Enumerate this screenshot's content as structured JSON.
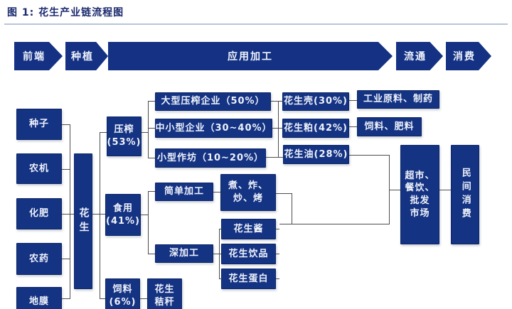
{
  "title": "图 1: 花生产业链流程图",
  "colors": {
    "box": "#153383",
    "line": "#4d4d4d",
    "title_text": "#1b2a6e",
    "divider": "#b7c4d8",
    "background": "#ffffff",
    "box_text": "#eef2fb"
  },
  "stages": [
    {
      "label": "前端"
    },
    {
      "label": "种植"
    },
    {
      "label": "应用加工"
    },
    {
      "label": "流通"
    },
    {
      "label": "消费"
    }
  ],
  "nodes": {
    "seed": "种子",
    "machine": "农机",
    "fertilizer": "化肥",
    "pesticide": "农药",
    "mulch": "地膜",
    "peanut": "花生",
    "press": [
      "压榨",
      "(53%)"
    ],
    "edible": [
      "食用",
      "(41%)"
    ],
    "feed": [
      "饲料",
      "(6%)"
    ],
    "straw": [
      "花生",
      "秸秆"
    ],
    "large_enterprise": "大型压榨企业（50%）",
    "medium_enterprise": "中小型企业（30~40%）",
    "small_workshop": "小型作坊（10~20%）",
    "shell": "花生壳(30%)",
    "meal": "花生粕(42%)",
    "oil": "花生油(28%)",
    "industrial": "工业原料、制药",
    "feed_fertilizer": "饲料、肥料",
    "simple_processing": "简单加工",
    "cooked": [
      "煮、炸、",
      "炒、烤"
    ],
    "deep_processing": "深加工",
    "sauce": "花生酱",
    "drink": "花生饮品",
    "protein": "花生蛋白",
    "market": [
      "超市、",
      "餐饮、",
      "批发",
      "市场"
    ],
    "consumer": "民间消费"
  }
}
